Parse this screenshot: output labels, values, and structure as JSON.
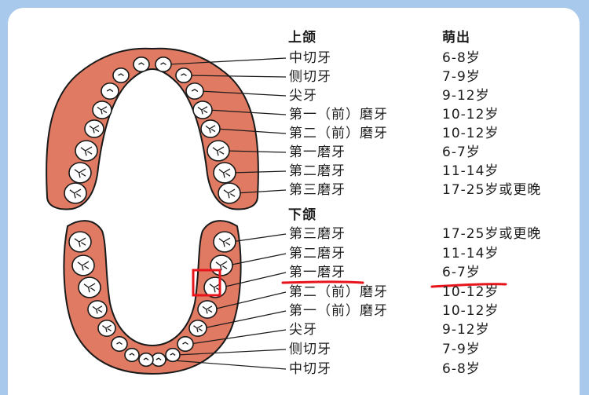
{
  "upper": {
    "header": "上颌",
    "eruption_header": "萌出",
    "rows": [
      {
        "name": "中切牙",
        "age": "6-8岁"
      },
      {
        "name": "侧切牙",
        "age": "7-9岁"
      },
      {
        "name": "尖牙",
        "age": "9-12岁"
      },
      {
        "name": "第一（前）磨牙",
        "age": "10-12岁"
      },
      {
        "name": "第二（前）磨牙",
        "age": "10-12岁"
      },
      {
        "name": "第一磨牙",
        "age": "6-7岁"
      },
      {
        "name": "第二磨牙",
        "age": "11-14岁"
      },
      {
        "name": "第三磨牙",
        "age": "17-25岁或更晚"
      }
    ]
  },
  "lower": {
    "header": "下颌",
    "rows": [
      {
        "name": "第三磨牙",
        "age": "17-25岁或更晚"
      },
      {
        "name": "第二磨牙",
        "age": "11-14岁"
      },
      {
        "name": "第一磨牙",
        "age": "6-7岁"
      },
      {
        "name": "第二（前）磨牙",
        "age": "10-12岁"
      },
      {
        "name": "第一（前）磨牙",
        "age": "10-12岁"
      },
      {
        "name": "尖牙",
        "age": "9-12岁"
      },
      {
        "name": "侧切牙",
        "age": "7-9岁"
      },
      {
        "name": "中切牙",
        "age": "6-8岁"
      }
    ]
  },
  "highlight": {
    "name": "第一磨牙",
    "age": "6-7岁"
  },
  "colors": {
    "gum": "#e07a62",
    "gum_stroke": "#1a1a1a",
    "tooth": "#ffffff",
    "leader": "#1a1a1a",
    "highlight": "#e8141c",
    "frame": "#a8c8ec"
  }
}
